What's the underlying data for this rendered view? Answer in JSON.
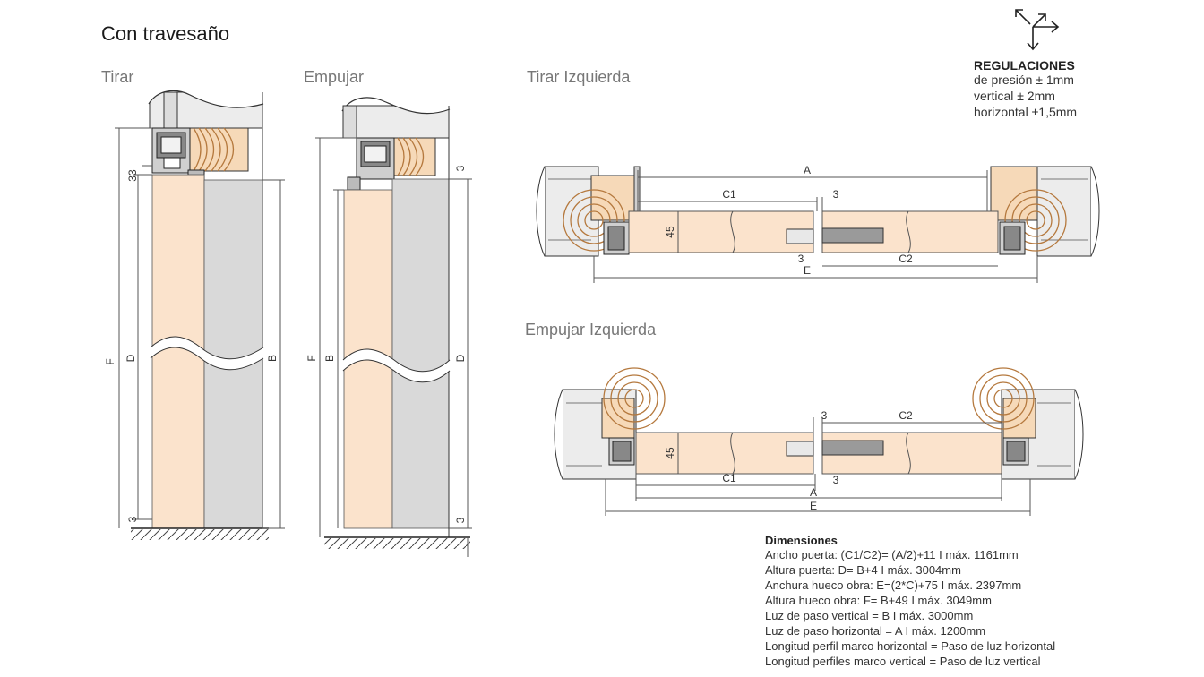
{
  "title": "Con travesaño",
  "views": {
    "pull": "Tirar",
    "push": "Empujar",
    "pull_left": "Tirar Izquierda",
    "push_left": "Empujar Izquierda"
  },
  "regulations": {
    "title": "REGULACIONES",
    "lines": [
      "de presión ± 1mm",
      "vertical ± 2mm",
      "horizontal ±1,5mm"
    ]
  },
  "dimensions": {
    "title": "Dimensiones",
    "lines": [
      "Ancho puerta: (C1/C2)= (A/2)+11 I máx. 1161mm",
      "Altura puerta: D= B+4 I máx. 3004mm",
      "Anchura hueco obra: E=(2*C)+75 I máx. 2397mm",
      "Altura hueco obra: F= B+49 I máx. 3049mm",
      "Luz de paso vertical = B I máx. 3000mm",
      "Luz de paso horizontal = A I máx. 1200mm",
      "Longitud perfil marco horizontal = Paso de luz horizontal",
      "Longitud perfiles marco vertical = Paso de luz vertical"
    ]
  },
  "labels": {
    "f": "F",
    "d": "D",
    "b": "B",
    "a": "A",
    "e": "E",
    "c1": "C1",
    "c2": "C2",
    "three": "3",
    "thirty_three": "33",
    "forty_five": "45"
  },
  "colors": {
    "door": "#fbe3cc",
    "wall": "#d9d9d9",
    "wood": "#f6d9b8",
    "wood_rings": "#b5793e",
    "line": "#333333",
    "dim_line": "#555555"
  }
}
